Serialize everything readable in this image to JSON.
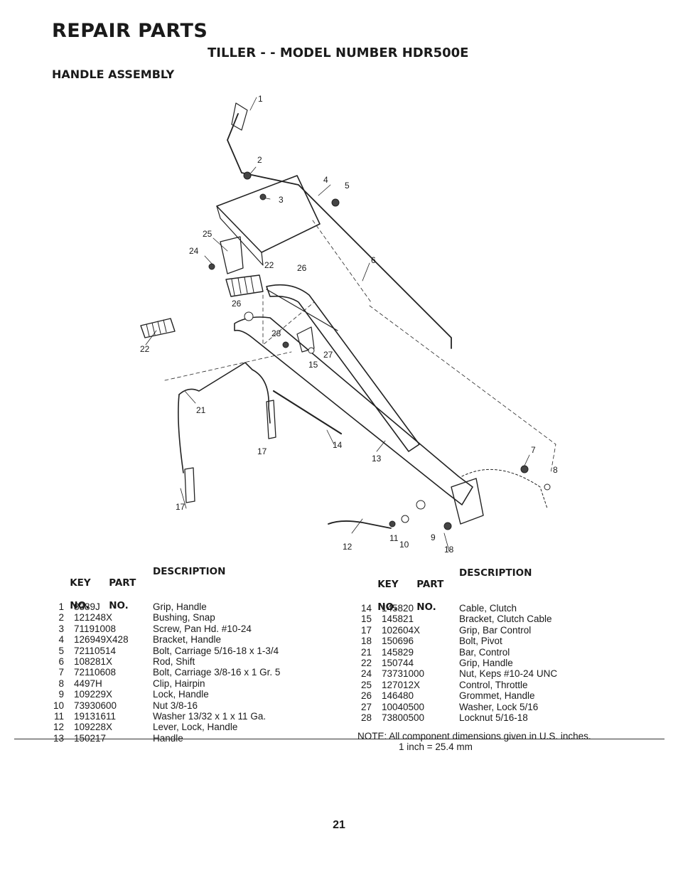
{
  "header": {
    "title": "REPAIR PARTS",
    "subtitle": "TILLER - - MODEL NUMBER HDR500E",
    "section": "HANDLE ASSEMBLY"
  },
  "columns": {
    "key_line1": "KEY",
    "key_line2": "NO.",
    "part_line1": "PART",
    "part_line2": "NO.",
    "description": "DESCRIPTION"
  },
  "parts_left": [
    {
      "key": "1",
      "part": "8389J",
      "desc": "Grip, Handle"
    },
    {
      "key": "2",
      "part": "121248X",
      "desc": "Bushing, Snap"
    },
    {
      "key": "3",
      "part": "71191008",
      "desc": "Screw, Pan Hd. #10-24"
    },
    {
      "key": "4",
      "part": "126949X428",
      "desc": "Bracket, Handle"
    },
    {
      "key": "5",
      "part": "72110514",
      "desc": "Bolt, Carriage 5/16-18 x 1-3/4"
    },
    {
      "key": "6",
      "part": "108281X",
      "desc": "Rod, Shift"
    },
    {
      "key": "7",
      "part": "72110608",
      "desc": "Bolt, Carriage 3/8-16 x 1 Gr. 5"
    },
    {
      "key": "8",
      "part": "4497H",
      "desc": "Clip, Hairpin"
    },
    {
      "key": "9",
      "part": "109229X",
      "desc": "Lock, Handle"
    },
    {
      "key": "10",
      "part": "73930600",
      "desc": "Nut 3/8-16"
    },
    {
      "key": "11",
      "part": "19131611",
      "desc": "Washer 13/32 x 1 x 11 Ga."
    },
    {
      "key": "12",
      "part": "109228X",
      "desc": "Lever, Lock, Handle"
    },
    {
      "key": "13",
      "part": "150217",
      "desc": "Handle"
    }
  ],
  "parts_right": [
    {
      "key": "14",
      "part": "145820",
      "desc": "Cable, Clutch"
    },
    {
      "key": "15",
      "part": "145821",
      "desc": "Bracket, Clutch Cable"
    },
    {
      "key": "17",
      "part": "102604X",
      "desc": "Grip, Bar Control"
    },
    {
      "key": "18",
      "part": "150696",
      "desc": "Bolt, Pivot"
    },
    {
      "key": "21",
      "part": "145829",
      "desc": "Bar, Control"
    },
    {
      "key": "22",
      "part": "150744",
      "desc": "Grip, Handle"
    },
    {
      "key": "24",
      "part": "73731000",
      "desc": "Nut, Keps #10-24 UNC"
    },
    {
      "key": "25",
      "part": "127012X",
      "desc": "Control, Throttle"
    },
    {
      "key": "26",
      "part": "146480",
      "desc": "Grommet, Handle"
    },
    {
      "key": "27",
      "part": "10040500",
      "desc": "Washer, Lock 5/16"
    },
    {
      "key": "28",
      "part": "73800500",
      "desc": "Locknut 5/16-18"
    }
  ],
  "note": {
    "line1": "NOTE: All component dimensions given in U.S. inches.",
    "line2": "1 inch = 25.4 mm"
  },
  "diagram_callouts": [
    "1",
    "2",
    "3",
    "4",
    "5",
    "6",
    "24",
    "25",
    "22",
    "26",
    "26",
    "28",
    "27",
    "15",
    "22",
    "21",
    "17",
    "14",
    "13",
    "17",
    "7",
    "8",
    "9",
    "12",
    "11",
    "10",
    "18"
  ],
  "page_number": "21"
}
